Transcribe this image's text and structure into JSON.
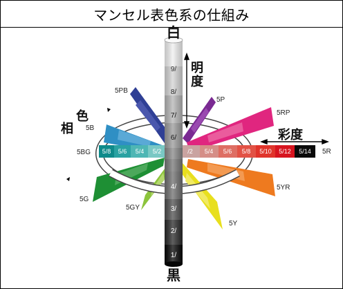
{
  "title": "マンセル表色系の仕組み",
  "axis_labels": {
    "white": "白",
    "black": "黒",
    "value_line1": "明",
    "value_line2": "度",
    "chroma": "彩度",
    "hue_line1": "色",
    "hue_line2": "相"
  },
  "value_steps": [
    "9/",
    "8/",
    "7/",
    "6/",
    "4/",
    "3/",
    "2/",
    "1/"
  ],
  "hue_labels": {
    "5R": "5R",
    "5RP": "5RP",
    "5P": "5P",
    "5PB": "5PB",
    "5B": "5B",
    "5BG": "5BG",
    "5G": "5G",
    "5GY": "5GY",
    "5Y": "5Y",
    "5YR": "5YR"
  },
  "red_chips": [
    "/2",
    "5/4",
    "5/6",
    "5/8",
    "5/10",
    "5/12",
    "5/14"
  ],
  "bg_chips": [
    "5/8",
    "5/6",
    "5/4",
    "5/2"
  ],
  "colors": {
    "red": "#d7141f",
    "red_purple": "#e0267f",
    "purple": "#7a2a92",
    "purple_blue": "#2f3f95",
    "blue": "#2f8fc4",
    "blue_green": "#189a9a",
    "green": "#1e8f34",
    "green_yellow": "#8cc43c",
    "yellow": "#e8df1e",
    "yellow_red": "#ee7a1f"
  }
}
